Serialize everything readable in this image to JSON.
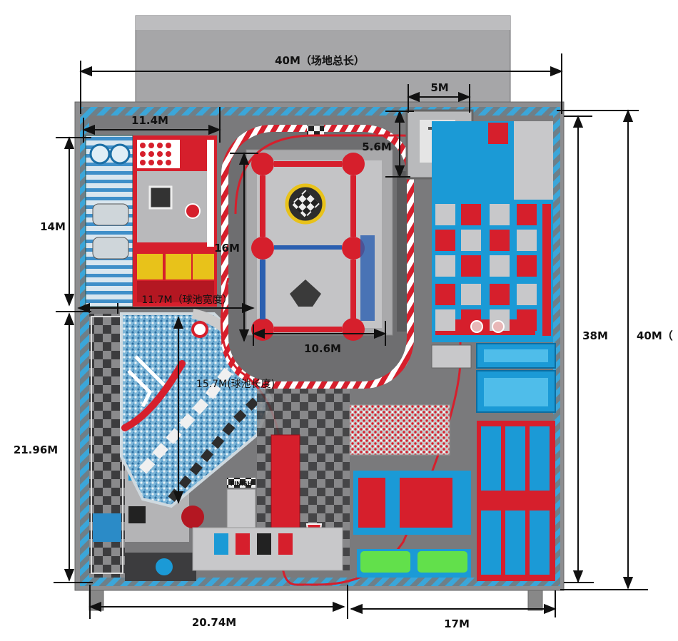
{
  "dimensions": {
    "top_total": "40M（场地总长）",
    "top_5": "5M",
    "left_width": "11.4M",
    "track_5_6": "5.6M",
    "left_14": "14M",
    "track_16": "16M",
    "ball_width": "11.7M（球池宽度）",
    "track_10_6": "10.6M",
    "ball_length": "15.7M(球池长度)",
    "left_21_96": "21.96M",
    "right_38": "38M",
    "right_40": "40M（",
    "bottom_20_74": "20.74M",
    "bottom_17": "17M"
  },
  "labels": {
    "finish_sign": "FINISH"
  },
  "colors": {
    "building_gray": "#8e8e90",
    "roof_gray": "#a6a6a8",
    "floor_gray": "#7a7a7c",
    "stripe_blue": "#3ba6d9",
    "red": "#d61f2c",
    "blue": "#1b9ad6",
    "line": "#111111"
  }
}
